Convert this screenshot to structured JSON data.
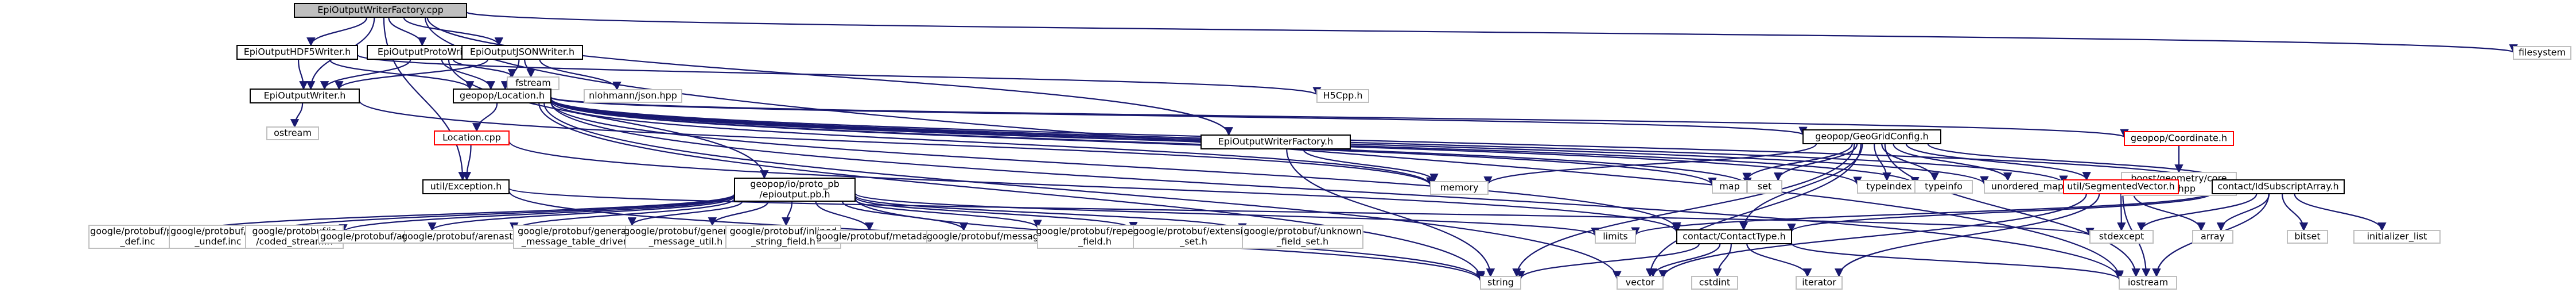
{
  "colors": {
    "edge": "#191970",
    "external_border": "#bfbfbf",
    "root_fill": "#bfbfbf",
    "missing_border": "#ff0000"
  },
  "nodes": {
    "root": {
      "lines": [
        "EpiOutputWriterFactory.cpp"
      ]
    },
    "filesystem": {
      "lines": [
        "filesystem"
      ]
    },
    "EpiOutputHDF5Writer_h": {
      "lines": [
        "EpiOutputHDF5Writer.h"
      ]
    },
    "EpiOutputProtoWriter_h": {
      "lines": [
        "EpiOutputProtoWriter.h"
      ]
    },
    "EpiOutputJSONWriter_h": {
      "lines": [
        "EpiOutputJSONWriter.h"
      ]
    },
    "H5Cpp_h": {
      "lines": [
        "H5Cpp.h"
      ]
    },
    "EpiOutputWriter_h": {
      "lines": [
        "EpiOutputWriter.h"
      ]
    },
    "fstream": {
      "lines": [
        "fstream"
      ]
    },
    "nlohmann_json": {
      "lines": [
        "nlohmann/json.hpp"
      ]
    },
    "Location_h": {
      "lines": [
        "geopop/Location.h"
      ]
    },
    "ostream": {
      "lines": [
        "ostream"
      ]
    },
    "EpiOutputWriterFactory_h": {
      "lines": [
        "EpiOutputWriterFactory.h"
      ]
    },
    "Location_cpp": {
      "lines": [
        "Location.cpp"
      ]
    },
    "PoolType_h": {
      "lines": [
        "geopop/GeoGridConfig.h"
      ]
    },
    "Coordinate_h": {
      "lines": [
        "geopop/Coordinate.h"
      ]
    },
    "boost_coordinate": {
      "lines": [
        "boost/geometry/core",
        "/cs.hpp"
      ]
    },
    "memory": {
      "lines": [
        "memory"
      ]
    },
    "map": {
      "lines": [
        "map"
      ]
    },
    "set": {
      "lines": [
        "set"
      ]
    },
    "typeindex": {
      "lines": [
        "typeindex"
      ]
    },
    "typeinfo": {
      "lines": [
        "typeinfo"
      ]
    },
    "unordered_map": {
      "lines": [
        "unordered_map"
      ]
    },
    "SegmentedVector_h": {
      "lines": [
        "util/SegmentedVector.h"
      ]
    },
    "ContactPool_h": {
      "lines": [
        "contact/IdSubscriptArray.h"
      ]
    },
    "proto_pb_h": {
      "lines": [
        "geopop/io/proto_pb",
        "/epioutput.pb.h"
      ]
    },
    "Exception_h": {
      "lines": [
        "util/Exception.h"
      ]
    },
    "port_def": {
      "lines": [
        "google/protobuf/port",
        "_def.inc"
      ]
    },
    "port_undef": {
      "lines": [
        "google/protobuf/port",
        "_undef.inc"
      ]
    },
    "coded_stream": {
      "lines": [
        "google/protobuf/io",
        "/coded_stream.h"
      ]
    },
    "arena": {
      "lines": [
        "google/protobuf/arena.h"
      ]
    },
    "arenastring": {
      "lines": [
        "google/protobuf/arenastring.h"
      ]
    },
    "gen_table": {
      "lines": [
        "google/protobuf/generated",
        "_message_table_driven.h"
      ]
    },
    "gen_util": {
      "lines": [
        "google/protobuf/generated",
        "_message_util.h"
      ]
    },
    "inlined_string": {
      "lines": [
        "google/protobuf/inlined",
        "_string_field.h"
      ]
    },
    "metadata": {
      "lines": [
        "google/protobuf/metadata.h"
      ]
    },
    "message": {
      "lines": [
        "google/protobuf/message.h"
      ]
    },
    "repeated": {
      "lines": [
        "google/protobuf/repeated",
        "_field.h"
      ]
    },
    "extension": {
      "lines": [
        "google/protobuf/extension",
        "_set.h"
      ]
    },
    "unknown": {
      "lines": [
        "google/protobuf/unknown",
        "_field_set.h"
      ]
    },
    "limits": {
      "lines": [
        "limits"
      ]
    },
    "ContactType_h": {
      "lines": [
        "contact/ContactType.h"
      ]
    },
    "stdexcept": {
      "lines": [
        "stdexcept"
      ]
    },
    "array": {
      "lines": [
        "array"
      ]
    },
    "bitset": {
      "lines": [
        "bitset"
      ]
    },
    "initializer_list": {
      "lines": [
        "initializer_list"
      ]
    },
    "string": {
      "lines": [
        "string"
      ]
    },
    "vector": {
      "lines": [
        "vector"
      ]
    },
    "cstdint": {
      "lines": [
        "cstdint"
      ]
    },
    "iterator": {
      "lines": [
        "iterator"
      ]
    },
    "iostream": {
      "lines": [
        "iostream"
      ]
    }
  },
  "edges": [
    [
      "root",
      "filesystem"
    ],
    [
      "root",
      "EpiOutputHDF5Writer_h"
    ],
    [
      "root",
      "EpiOutputProtoWriter_h"
    ],
    [
      "root",
      "EpiOutputJSONWriter_h"
    ],
    [
      "root",
      "EpiOutputWriterFactory_h"
    ],
    [
      "root",
      "Exception_h"
    ],
    [
      "root",
      "iostream"
    ],
    [
      "root",
      "EpiOutputWriter_h"
    ],
    [
      "EpiOutputHDF5Writer_h",
      "H5Cpp_h"
    ],
    [
      "EpiOutputHDF5Writer_h",
      "EpiOutputWriter_h"
    ],
    [
      "EpiOutputHDF5Writer_h",
      "Location_h"
    ],
    [
      "EpiOutputProtoWriter_h",
      "EpiOutputWriter_h"
    ],
    [
      "EpiOutputProtoWriter_h",
      "fstream"
    ],
    [
      "EpiOutputProtoWriter_h",
      "Location_h"
    ],
    [
      "EpiOutputProtoWriter_h",
      "proto_pb_h"
    ],
    [
      "EpiOutputJSONWriter_h",
      "EpiOutputWriter_h"
    ],
    [
      "EpiOutputJSONWriter_h",
      "fstream"
    ],
    [
      "EpiOutputJSONWriter_h",
      "nlohmann_json"
    ],
    [
      "EpiOutputJSONWriter_h",
      "Location_h"
    ],
    [
      "EpiOutputWriter_h",
      "ostream"
    ],
    [
      "EpiOutputWriter_h",
      "memory"
    ],
    [
      "EpiOutputWriterFactory_h",
      "memory"
    ],
    [
      "EpiOutputWriterFactory_h",
      "string"
    ],
    [
      "Location_h",
      "Location_cpp"
    ],
    [
      "Location_h",
      "PoolType_h"
    ],
    [
      "Location_h",
      "Coordinate_h"
    ],
    [
      "Location_h",
      "map"
    ],
    [
      "Location_h",
      "set"
    ],
    [
      "Location_h",
      "typeindex"
    ],
    [
      "Location_h",
      "typeinfo"
    ],
    [
      "Location_h",
      "unordered_map"
    ],
    [
      "Location_h",
      "SegmentedVector_h"
    ],
    [
      "Location_h",
      "ContactPool_h"
    ],
    [
      "Location_h",
      "memory"
    ],
    [
      "Location_h",
      "string"
    ],
    [
      "Location_h",
      "vector"
    ],
    [
      "Location_h",
      "iostream"
    ],
    [
      "Location_h",
      "ContactType_h"
    ],
    [
      "Location_cpp",
      "Exception_h"
    ],
    [
      "Location_cpp",
      "ContactType_h"
    ],
    [
      "PoolType_h",
      "ContactType_h"
    ],
    [
      "PoolType_h",
      "map"
    ],
    [
      "PoolType_h",
      "set"
    ],
    [
      "PoolType_h",
      "typeindex"
    ],
    [
      "PoolType_h",
      "typeinfo"
    ],
    [
      "PoolType_h",
      "unordered_map"
    ],
    [
      "PoolType_h",
      "SegmentedVector_h"
    ],
    [
      "PoolType_h",
      "ContactPool_h"
    ],
    [
      "PoolType_h",
      "memory"
    ],
    [
      "PoolType_h",
      "string"
    ],
    [
      "PoolType_h",
      "vector"
    ],
    [
      "PoolType_h",
      "iostream"
    ],
    [
      "Coordinate_h",
      "boost_coordinate"
    ],
    [
      "SegmentedVector_h",
      "stdexcept"
    ],
    [
      "SegmentedVector_h",
      "vector"
    ],
    [
      "SegmentedVector_h",
      "iterator"
    ],
    [
      "SegmentedVector_h",
      "array"
    ],
    [
      "SegmentedVector_h",
      "iostream"
    ],
    [
      "ContactPool_h",
      "ContactType_h"
    ],
    [
      "ContactPool_h",
      "stdexcept"
    ],
    [
      "ContactPool_h",
      "array"
    ],
    [
      "ContactPool_h",
      "bitset"
    ],
    [
      "ContactPool_h",
      "initializer_list"
    ],
    [
      "ContactPool_h",
      "iostream"
    ],
    [
      "ContactPool_h",
      "limits"
    ],
    [
      "Exception_h",
      "string"
    ],
    [
      "Exception_h",
      "stdexcept"
    ],
    [
      "proto_pb_h",
      "port_def"
    ],
    [
      "proto_pb_h",
      "port_undef"
    ],
    [
      "proto_pb_h",
      "coded_stream"
    ],
    [
      "proto_pb_h",
      "arena"
    ],
    [
      "proto_pb_h",
      "arenastring"
    ],
    [
      "proto_pb_h",
      "gen_table"
    ],
    [
      "proto_pb_h",
      "gen_util"
    ],
    [
      "proto_pb_h",
      "inlined_string"
    ],
    [
      "proto_pb_h",
      "metadata"
    ],
    [
      "proto_pb_h",
      "message"
    ],
    [
      "proto_pb_h",
      "repeated"
    ],
    [
      "proto_pb_h",
      "extension"
    ],
    [
      "proto_pb_h",
      "unknown"
    ],
    [
      "proto_pb_h",
      "limits"
    ],
    [
      "proto_pb_h",
      "string"
    ],
    [
      "ContactType_h",
      "string"
    ],
    [
      "ContactType_h",
      "vector"
    ],
    [
      "ContactType_h",
      "cstdint"
    ],
    [
      "ContactType_h",
      "iterator"
    ],
    [
      "ContactType_h",
      "iostream"
    ]
  ]
}
